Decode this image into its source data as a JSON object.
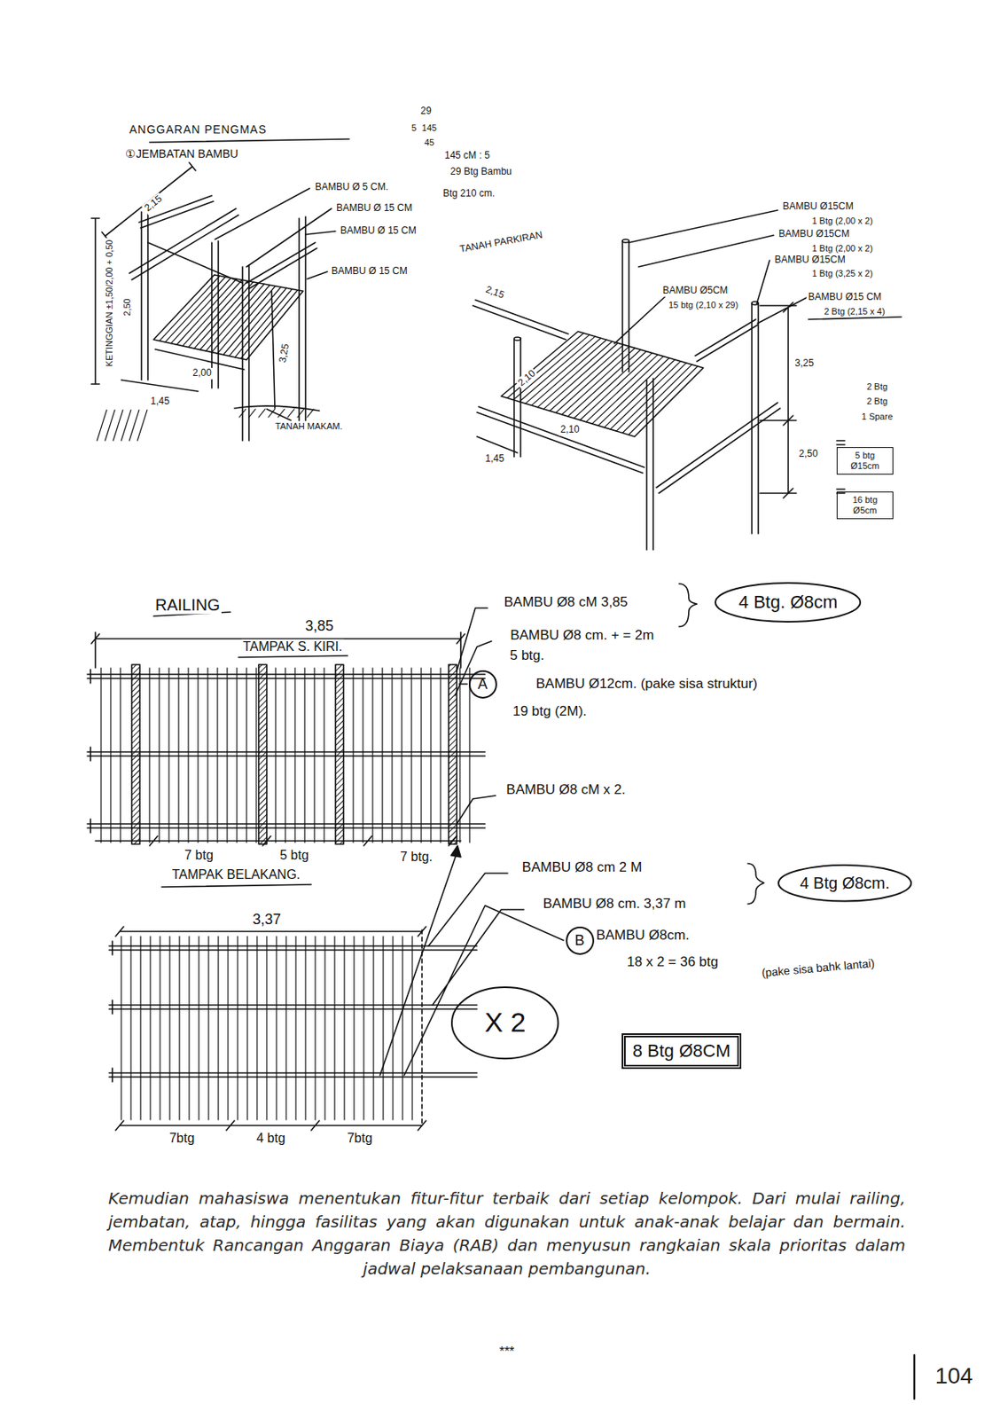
{
  "diagram": {
    "title": "ANGGARAN PENGMAS",
    "caption": "Kemudian mahasiswa menentukan fitur-fitur terbaik dari setiap kelompok. Dari mulai railing, jembatan, atap, hingga fasilitas yang akan digunakan untuk anak-anak belajar dan bermain. Membentuk Rancangan Anggaran Biaya (RAB) dan menyusun rangkaian skala prioritas dalam jadwal pelaksanaan pembangunan.",
    "nodes": [
      {
        "text": [
          "5 btg Ø15cm"
        ]
      },
      {
        "text": [
          "16 btg Ø5cm"
        ]
      },
      {
        "text": [
          "4 Btg. Ø8cm"
        ]
      },
      {
        "text": [
          "A"
        ]
      },
      {
        "text": [
          "4 Btg Ø8cm."
        ]
      },
      {
        "text": [
          "B"
        ]
      },
      {
        "text": [
          "X 2"
        ]
      },
      {
        "text": [
          "8 Btg Ø8CM"
        ]
      }
    ],
    "labels": [
      "①JEMBATAN BAMBU",
      "29",
      "5",
      "145",
      "45",
      "145 cM : 5",
      "29 Btg Bambu",
      "Btg 210 cm.",
      "BAMBU Ø 5 CM.",
      "BAMBU Ø 15 CM",
      "BAMBU Ø 15 CM",
      "BAMBU Ø 15 CM",
      "2,15",
      "KETINGGIAN ±1,50/2,00 + 0,50",
      "2,50",
      "2,00",
      "1,45",
      "3,25",
      "TANAH MAKAM.",
      "TANAH PARKIRAN",
      "BAMBU Ø15CM",
      "1 Btg (2,00 x 2)",
      "BAMBU Ø15CM",
      "1 Btg (2,00 x 2)",
      "BAMBU Ø15CM",
      "1 Btg (3,25 x 2)",
      "BAMBU Ø5CM",
      "15 btg (2,10 x 29)",
      "BAMBU Ø15 CM",
      "2 Btg (2,15 x 4)",
      "2,15",
      "2,10",
      "2,10",
      "1,45",
      "3,25",
      "2,50",
      "2 Btg",
      "2 Btg",
      "1 Spare",
      "RAILING",
      "3,85",
      "TAMPAK S. KIRI.",
      "BAMBU Ø8 cM 3,85",
      "BAMBU Ø8 cm. + = 2m",
      "5 btg.",
      "BAMBU Ø12cm. (pake sisa struktur)",
      "19 btg (2M).",
      "BAMBU Ø8 cM x 2.",
      "7 btg",
      "5 btg",
      "7 btg.",
      "TAMPAK BELAKANG.",
      "3,37",
      "BAMBU Ø8 cm 2 M",
      "BAMBU Ø8 cm. 3,37 m",
      "BAMBU Ø8cm.",
      "18 x 2 = 36 btg",
      "(pake sisa bahk lantai)",
      "7btg",
      "4 btg",
      "7btg",
      "***",
      "104"
    ]
  }
}
